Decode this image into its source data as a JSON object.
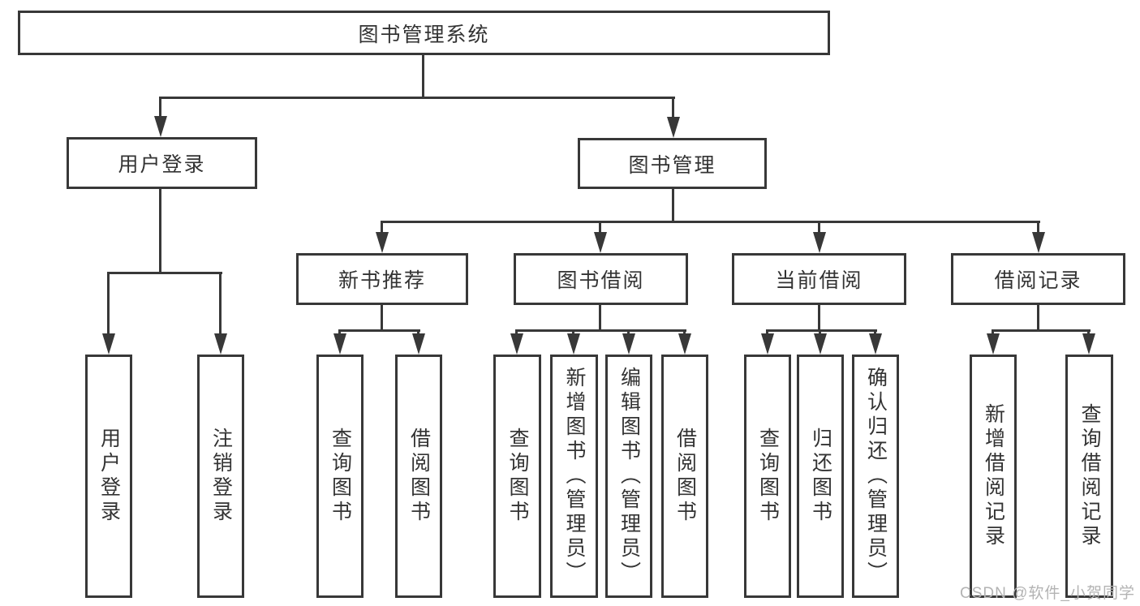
{
  "colors": {
    "line": "#383838",
    "text": "#333333",
    "watermark": "#b3b3b3",
    "background": "#ffffff"
  },
  "diagram": {
    "root": {
      "label": "图书管理系统"
    },
    "level2": [
      {
        "label": "用户登录"
      },
      {
        "label": "图书管理"
      }
    ],
    "level3": [
      {
        "label": "新书推荐"
      },
      {
        "label": "图书借阅"
      },
      {
        "label": "当前借阅"
      },
      {
        "label": "借阅记录"
      }
    ],
    "leaves": {
      "user_login": [
        "用户登录",
        "注销登录"
      ],
      "new_book_recommend": [
        "查询图书",
        "借阅图书"
      ],
      "book_borrow": [
        "查询图书",
        "新增图书（管理员）",
        "编辑图书（管理员）",
        "借阅图书"
      ],
      "current_borrow": [
        "查询图书",
        "归还图书",
        "确认归还（管理员）"
      ],
      "borrow_records": [
        "新增借阅记录",
        "查询借阅记录"
      ]
    }
  },
  "watermark": {
    "text": "CSDN @软件_小贺同学"
  }
}
